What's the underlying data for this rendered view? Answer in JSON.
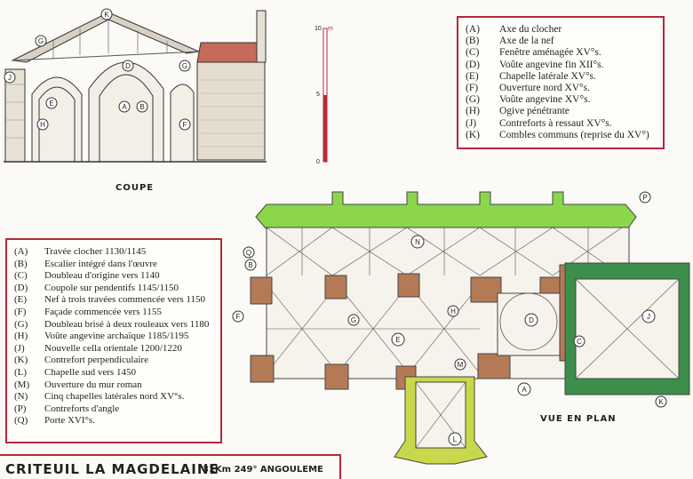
{
  "section_caption": "COUPE",
  "plan_caption": "VUE EN PLAN",
  "scale": {
    "top": "10",
    "unit": "m",
    "mid": "5",
    "bottom": "0"
  },
  "section_labels": {
    "k": "K",
    "g": "G",
    "j": "J",
    "e": "E",
    "h": "H",
    "d": "D",
    "a": "A",
    "b": "B",
    "f": "F"
  },
  "plan_labels": {
    "p": "P",
    "n": "N",
    "q": "Q",
    "b": "B",
    "f": "F",
    "g": "G",
    "e": "E",
    "h": "H",
    "d": "D",
    "c": "C",
    "j": "J",
    "m": "M",
    "a": "A",
    "l": "L",
    "k": "K"
  },
  "legend_top": [
    {
      "code": "(A)",
      "text": "Axe du clocher"
    },
    {
      "code": "(B)",
      "text": "Axe de la nef"
    },
    {
      "code": "(C)",
      "text": "Fenêtre aménagée XV°s."
    },
    {
      "code": "(D)",
      "text": "Voûte angevine fin XII°s."
    },
    {
      "code": "(E)",
      "text": "Chapelle latérale XV°s."
    },
    {
      "code": "(F)",
      "text": "Ouverture nord XV°s."
    },
    {
      "code": "(G)",
      "text": "Voûte angevine XV°s."
    },
    {
      "code": "(H)",
      "text": "Ogive pénétrante"
    },
    {
      "code": "(J)",
      "text": "Contreforts à ressaut XV°s."
    },
    {
      "code": "(K)",
      "text": "Combles communs (reprise du XV°)"
    }
  ],
  "legend_left": [
    {
      "code": "(A)",
      "text": "Travée clocher 1130/1145"
    },
    {
      "code": "(B)",
      "text": "Escalier intégré dans l'œuvre"
    },
    {
      "code": "(C)",
      "text": "Doubleau d'origine vers 1140"
    },
    {
      "code": "(D)",
      "text": "Coupole sur pendentifs 1145/1150"
    },
    {
      "code": "(E)",
      "text": "Nef à trois travées commencée vers 1150"
    },
    {
      "code": "(F)",
      "text": "Façade commencée vers 1155"
    },
    {
      "code": "(G)",
      "text": "Doubleau brisé à deux rouleaux vers 1180"
    },
    {
      "code": "(H)",
      "text": "Voûte angevine archaïque 1185/1195"
    },
    {
      "code": "(J)",
      "text": "Nouvelle cella orientale 1200/1220"
    },
    {
      "code": "(K)",
      "text": "Contrefort perpendiculaire"
    },
    {
      "code": "(L)",
      "text": "Chapelle sud vers 1450"
    },
    {
      "code": "(M)",
      "text": "Ouverture du mur roman"
    },
    {
      "code": "(N)",
      "text": "Cinq chapelles latérales nord XV°s."
    },
    {
      "code": "(P)",
      "text": "Contreforts d'angle"
    },
    {
      "code": "(Q)",
      "text": "Porte XVI°s."
    }
  ],
  "footer": {
    "title": "CRITEUIL LA MAGDELAINE",
    "distance": "31Km 249° ANGOULEME"
  },
  "colors": {
    "frame": "#b3283a",
    "green": "#8bd64b",
    "brown": "#b47a56",
    "dark_green": "#3c8f4a",
    "yellow_green": "#c9d84a",
    "roof": "#c66a5a"
  }
}
